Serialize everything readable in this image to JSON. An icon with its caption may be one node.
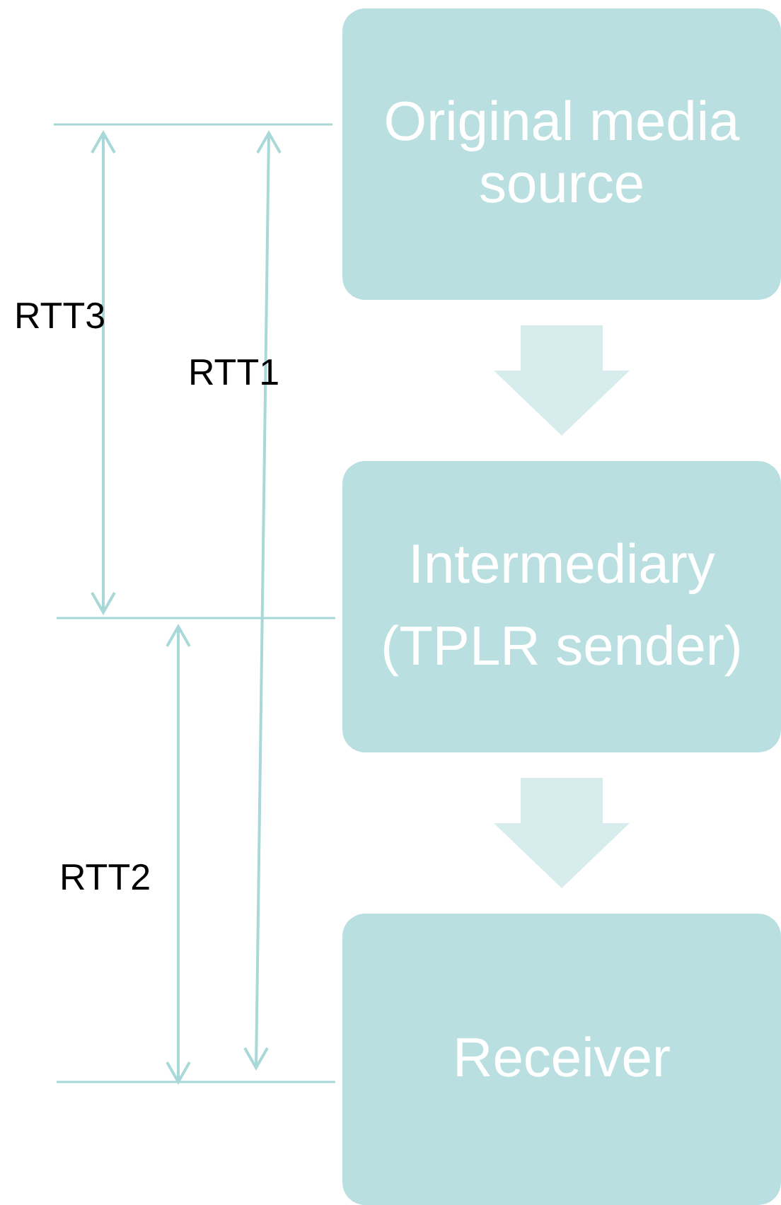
{
  "diagram": {
    "nodes": [
      {
        "text": [
          "Original media source"
        ]
      },
      {
        "text": [
          "Intermediary",
          "(TPLR sender)"
        ]
      },
      {
        "text": [
          "Receiver"
        ]
      }
    ],
    "edges": [
      {
        "from": 0,
        "to": 1,
        "arrow": "to"
      },
      {
        "from": 1,
        "to": 2,
        "arrow": "to"
      }
    ],
    "labels": [
      "RTT3",
      "RTT1",
      "RTT2"
    ]
  }
}
